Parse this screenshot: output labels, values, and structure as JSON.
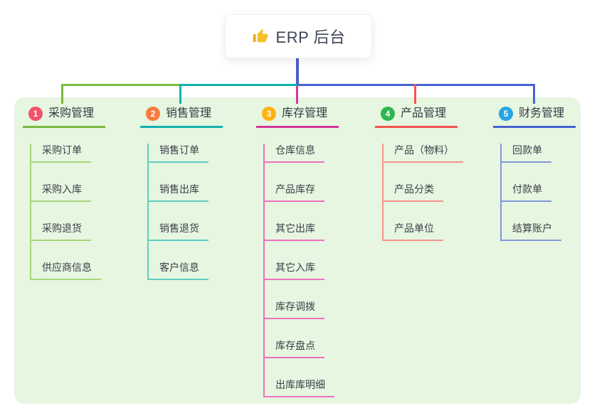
{
  "root": {
    "title": "ERP 后台",
    "icon": "thumbs-up-icon",
    "icon_color": "#f5c02c"
  },
  "colors": {
    "panel_background": "#e6f6e0",
    "root_connector": "#4f5ac9",
    "root_text": "#3d4453",
    "node_text": "#3a3f49"
  },
  "branches": [
    {
      "number": "1",
      "label": "采购管理",
      "badge_color": "#f0536b",
      "main_color": "#7cb93e",
      "light_color": "#a8d57d",
      "children": [
        "采购订单",
        "采购入库",
        "采购退货",
        "供应商信息"
      ]
    },
    {
      "number": "2",
      "label": "销售管理",
      "badge_color": "#f97c3d",
      "main_color": "#12b2ae",
      "light_color": "#5fccc3",
      "children": [
        "销售订单",
        "销售出库",
        "销售退货",
        "客户信息"
      ]
    },
    {
      "number": "3",
      "label": "库存管理",
      "badge_color": "#fcb211",
      "main_color": "#d5359e",
      "light_color": "#ee71bd",
      "children": [
        "仓库信息",
        "产品库存",
        "其它出库",
        "其它入库",
        "库存调拨",
        "库存盘点",
        "出库库明细"
      ]
    },
    {
      "number": "4",
      "label": "产品管理",
      "badge_color": "#2db84f",
      "main_color": "#f3534e",
      "light_color": "#f9918d",
      "children": [
        "产品（物料）",
        "产品分类",
        "产品单位"
      ]
    },
    {
      "number": "5",
      "label": "财务管理",
      "badge_color": "#29a3e3",
      "main_color": "#4663d1",
      "light_color": "#8298da",
      "children": [
        "回款单",
        "付款单",
        "结算账户"
      ]
    }
  ]
}
